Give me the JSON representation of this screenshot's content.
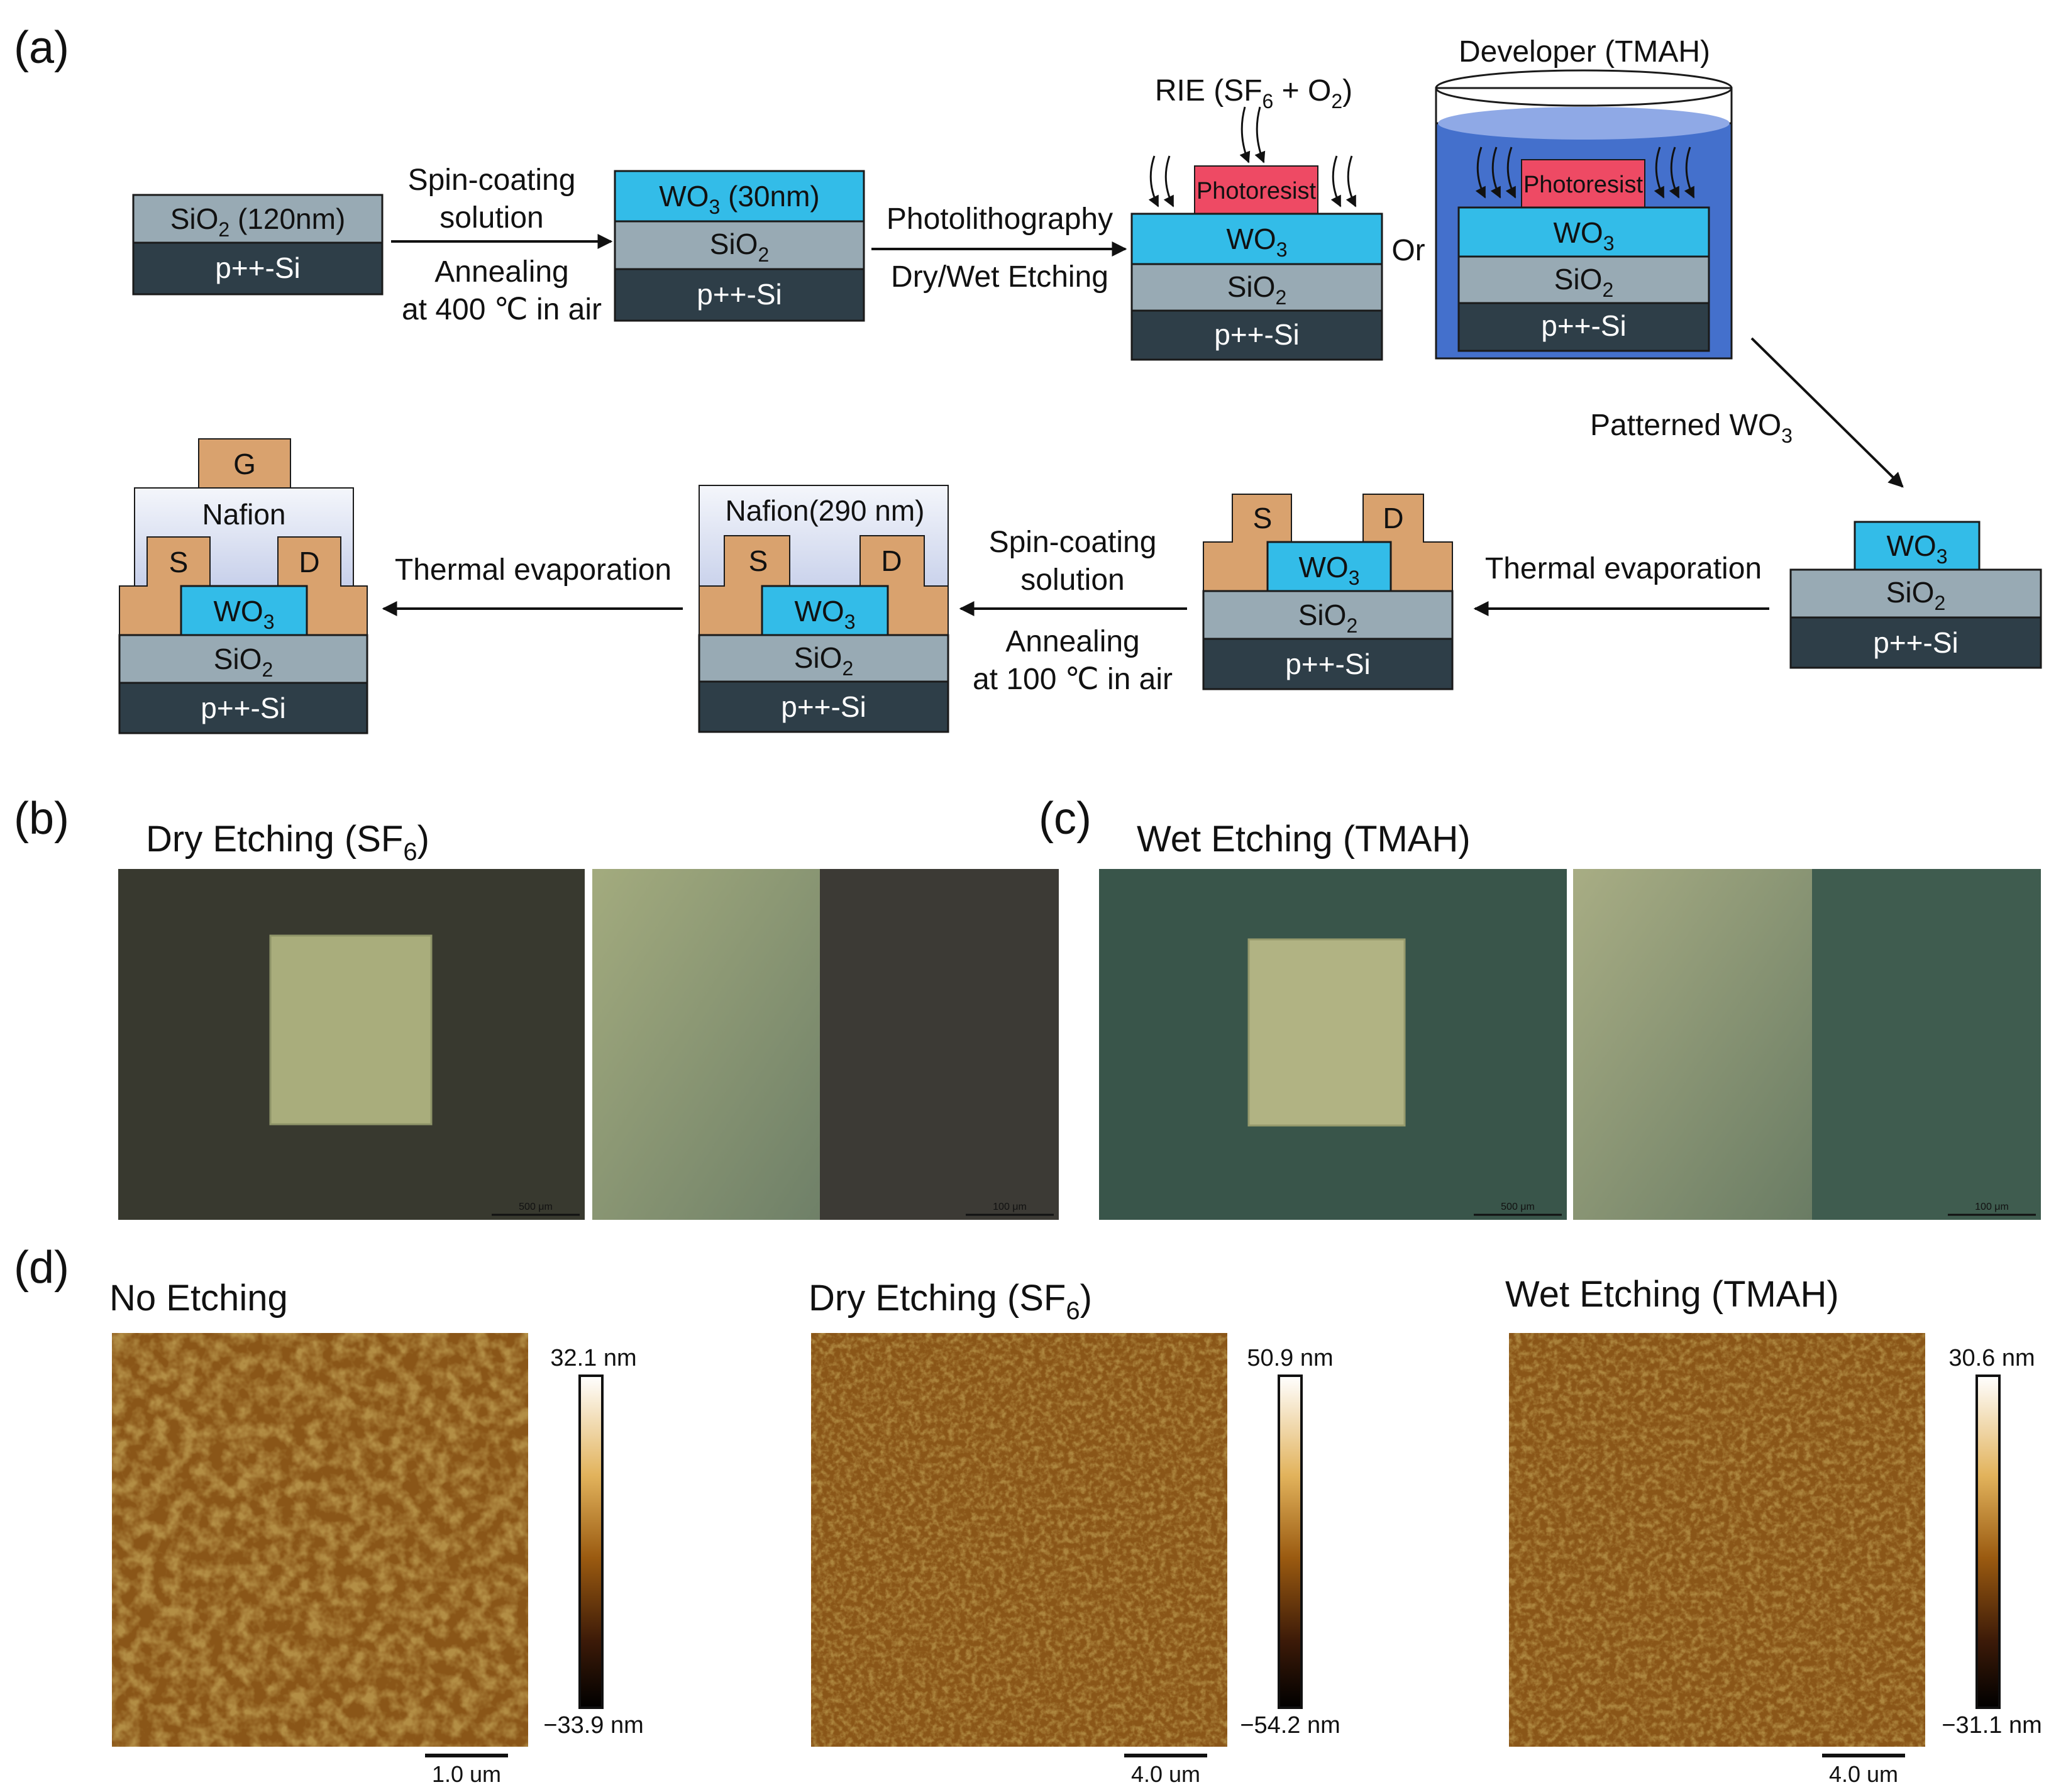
{
  "panels": {
    "a": "(a)",
    "b": "(b)",
    "c": "(c)",
    "d": "(d)"
  },
  "layers": {
    "sio2_120": [
      "SiO",
      "2",
      " (120nm)"
    ],
    "wo3_30": [
      "WO",
      "3",
      " (30nm)"
    ],
    "sio2": [
      "SiO",
      "2",
      ""
    ],
    "wo3": [
      "WO",
      "3",
      ""
    ],
    "psi": "p++-Si",
    "photoresist": "Photoresist",
    "nafion": "Nafion",
    "nafion_290": "Nafion(290 nm)",
    "source": "S",
    "drain": "D",
    "gate": "G"
  },
  "process": {
    "spin1": "Spin-coating",
    "sol1": "solution",
    "ann1": "Annealing",
    "ann1_cond": "at 400 ℃ in air",
    "photo": "Photolithography",
    "etch": "Dry/Wet Etching",
    "rie": [
      "RIE (SF",
      "6",
      " + O",
      "2",
      ")"
    ],
    "developer": "Developer (TMAH)",
    "or": "Or",
    "patterned": [
      "Patterned WO",
      "3",
      ""
    ],
    "thermal_a": "Thermal evaporation",
    "spin2": "Spin-coating",
    "sol2": "solution",
    "ann2": "Annealing",
    "ann2_cond": "at 100 ℃ in air",
    "thermal_b": "Thermal evaporation"
  },
  "microscopy": {
    "dry_title": [
      "Dry Etching (SF",
      "6",
      ")"
    ],
    "wet_title": "Wet Etching (TMAH)",
    "scale_500": "500 μm",
    "scale_100": "100 μm"
  },
  "afm": {
    "no_title": "No Etching",
    "dry_title": [
      "Dry Etching (SF",
      "6",
      ")"
    ],
    "wet_title": "Wet Etching (TMAH)",
    "no_max": "32.1 nm",
    "no_min": "−33.9 nm",
    "no_scale": "1.0 um",
    "dry_max": "50.9 nm",
    "dry_min": "−54.2 nm",
    "dry_scale": "4.0 um",
    "wet_max": "30.6 nm",
    "wet_min": "−31.1 nm",
    "wet_scale": "4.0 um"
  },
  "colors": {
    "wo3": "#33bce8",
    "sio2": "#98aab4",
    "psi": "#2e3e48",
    "photoresist": "#ee4a64",
    "metal": "#d9a26e",
    "tank": "#4470cc"
  }
}
